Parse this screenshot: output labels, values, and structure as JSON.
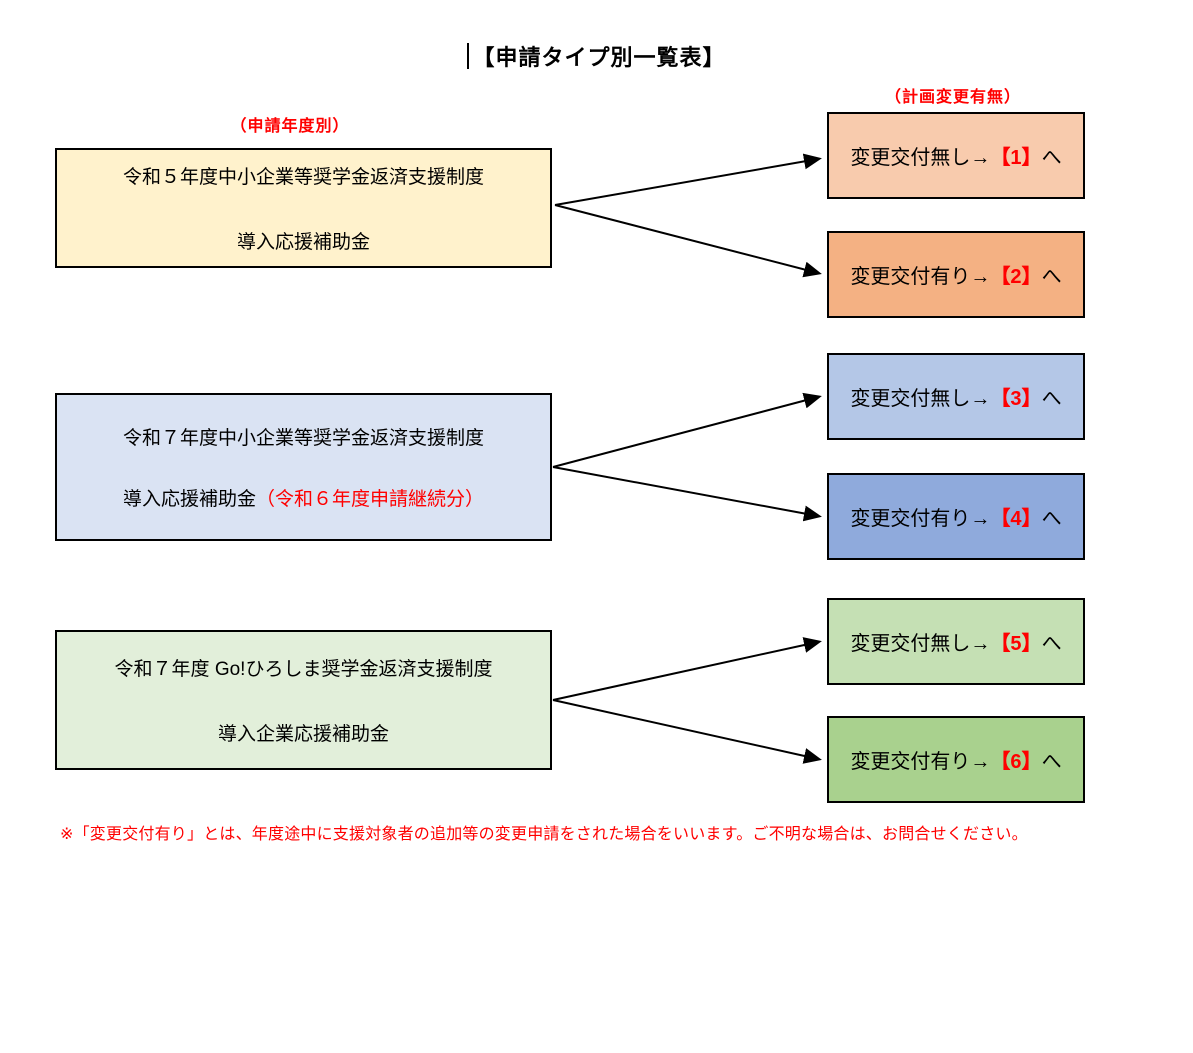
{
  "title": {
    "text": "【申請タイプ別一覧表】"
  },
  "labels": {
    "left_column": "（申請年度別）",
    "right_column": "（計画変更有無）",
    "label_color": "#FF0000"
  },
  "colors": {
    "arrow": "#000000",
    "border": "#000000",
    "red_accent": "#FF0000"
  },
  "groups": [
    {
      "source": {
        "line1": "令和５年度中小企業等奨学金返済支援制度",
        "line2": "導入応援補助金",
        "line2_red": "",
        "bg": "#FFF2CC"
      },
      "targets": [
        {
          "prefix": "変更交付無し→",
          "number": "【1】",
          "suffix": "へ",
          "bg": "#F8CBAD"
        },
        {
          "prefix": "変更交付有り→",
          "number": "【2】",
          "suffix": "へ",
          "bg": "#F4B183"
        }
      ]
    },
    {
      "source": {
        "line1": "令和７年度中小企業等奨学金返済支援制度",
        "line2": "導入応援補助金",
        "line2_red": "（令和６年度申請継続分）",
        "bg": "#DAE3F3"
      },
      "targets": [
        {
          "prefix": "変更交付無し→",
          "number": "【3】",
          "suffix": "へ",
          "bg": "#B4C7E7"
        },
        {
          "prefix": "変更交付有り→",
          "number": "【4】",
          "suffix": "へ",
          "bg": "#8FAADC"
        }
      ]
    },
    {
      "source": {
        "line1": "令和７年度 Go!ひろしま奨学金返済支援制度",
        "line2": "導入企業応援補助金",
        "line2_red": "",
        "bg": "#E2EFDA"
      },
      "targets": [
        {
          "prefix": "変更交付無し→",
          "number": "【5】",
          "suffix": "へ",
          "bg": "#C5E0B4"
        },
        {
          "prefix": "変更交付有り→",
          "number": "【6】",
          "suffix": "へ",
          "bg": "#A9D18E"
        }
      ]
    }
  ],
  "footnote": "※「変更交付有り」とは、年度途中に支援対象者の追加等の変更申請をされた場合をいいます。ご不明な場合は、お問合せください。"
}
